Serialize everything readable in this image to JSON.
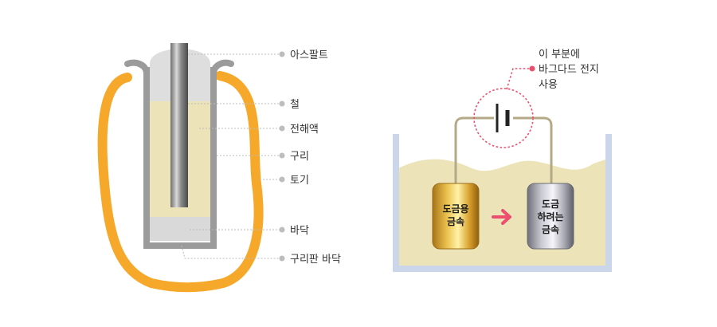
{
  "left_diagram": {
    "labels": {
      "asphalt": "아스팔트",
      "iron": "철",
      "electrolyte": "전해액",
      "copper": "구리",
      "clay_jar": "토기",
      "bottom": "바닥",
      "copper_plate_bottom": "구리판 바닥"
    }
  },
  "right_diagram": {
    "note": [
      "이 부분에",
      "바그다드 전지",
      "사용"
    ],
    "plated_metal": [
      "도금용",
      "금속"
    ],
    "target_metal": [
      "도금",
      "하려는",
      "금속"
    ]
  },
  "colors": {
    "jar_orange": "#f6a82b",
    "cylinder_gray": "#9b9b9b",
    "electrolyte_cream": "#ede3b8",
    "bath_border": "#ccd6ea",
    "arrow_pink": "#ec4f6e",
    "leader_dot": "#bdbdbd"
  }
}
